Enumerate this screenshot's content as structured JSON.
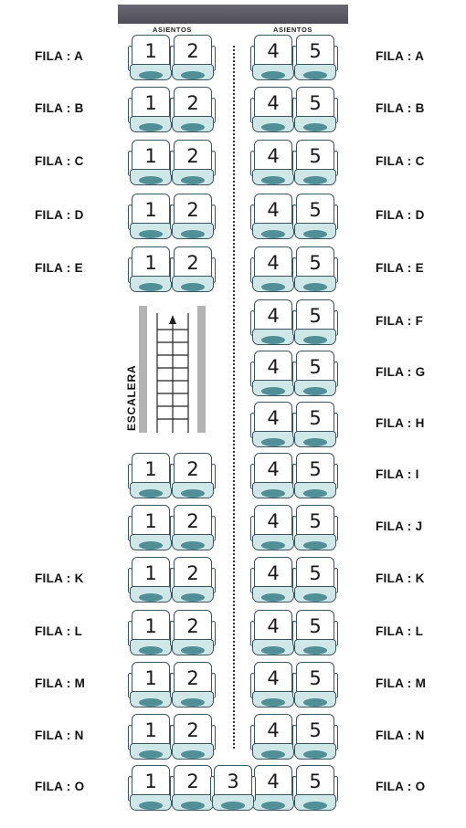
{
  "header": {
    "left_title": "ASIENTOS",
    "right_title": "ASIENTOS"
  },
  "stairs": {
    "label": "ESCALERA"
  },
  "colors": {
    "roof": "#55545f",
    "seat_outline": "#3a5560",
    "seat_base": "#cfe7e7",
    "cushion": "#4f8f95",
    "rail": "#b3b3b3"
  },
  "rows": [
    {
      "id": "A",
      "left_label": "FILA : A",
      "right_label": "FILA : A",
      "left_seats": [
        "1",
        "2"
      ],
      "right_seats": [
        "4",
        "5"
      ]
    },
    {
      "id": "B",
      "left_label": "FILA : B",
      "right_label": "FILA : B",
      "left_seats": [
        "1",
        "2"
      ],
      "right_seats": [
        "4",
        "5"
      ]
    },
    {
      "id": "C",
      "left_label": "FILA : C",
      "right_label": "FILA : C",
      "left_seats": [
        "1",
        "2"
      ],
      "right_seats": [
        "4",
        "5"
      ]
    },
    {
      "id": "D",
      "left_label": "FILA : D",
      "right_label": "FILA : D",
      "left_seats": [
        "1",
        "2"
      ],
      "right_seats": [
        "4",
        "5"
      ]
    },
    {
      "id": "E",
      "left_label": "FILA : E",
      "right_label": "FILA : E",
      "left_seats": [
        "1",
        "2"
      ],
      "right_seats": [
        "4",
        "5"
      ]
    },
    {
      "id": "F",
      "left_label": "",
      "right_label": "FILA : F",
      "left_seats": [],
      "right_seats": [
        "4",
        "5"
      ]
    },
    {
      "id": "G",
      "left_label": "",
      "right_label": "FILA : G",
      "left_seats": [],
      "right_seats": [
        "4",
        "5"
      ]
    },
    {
      "id": "H",
      "left_label": "",
      "right_label": "FILA : H",
      "left_seats": [],
      "right_seats": [
        "4",
        "5"
      ]
    },
    {
      "id": "I",
      "left_label": "",
      "right_label": "FILA : I",
      "left_seats": [
        "1",
        "2"
      ],
      "right_seats": [
        "4",
        "5"
      ]
    },
    {
      "id": "J",
      "left_label": "",
      "right_label": "FILA : J",
      "left_seats": [
        "1",
        "2"
      ],
      "right_seats": [
        "4",
        "5"
      ]
    },
    {
      "id": "K",
      "left_label": "FILA : K",
      "right_label": "FILA : K",
      "left_seats": [
        "1",
        "2"
      ],
      "right_seats": [
        "4",
        "5"
      ]
    },
    {
      "id": "L",
      "left_label": "FILA : L",
      "right_label": "FILA : L",
      "left_seats": [
        "1",
        "2"
      ],
      "right_seats": [
        "4",
        "5"
      ]
    },
    {
      "id": "M",
      "left_label": "FILA : M",
      "right_label": "FILA : M",
      "left_seats": [
        "1",
        "2"
      ],
      "right_seats": [
        "4",
        "5"
      ]
    },
    {
      "id": "N",
      "left_label": "FILA : N",
      "right_label": "FILA : N",
      "left_seats": [
        "1",
        "2"
      ],
      "right_seats": [
        "4",
        "5"
      ]
    },
    {
      "id": "O",
      "left_label": "FILA : O",
      "right_label": "FILA : O",
      "left_seats": [
        "1",
        "2"
      ],
      "right_seats": [
        "4",
        "5"
      ],
      "center_seats": [
        "3"
      ]
    }
  ]
}
